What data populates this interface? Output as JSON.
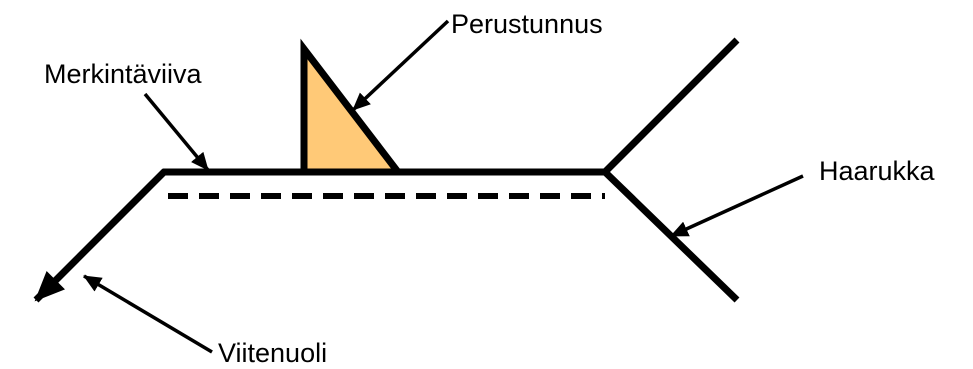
{
  "labels": {
    "reference_line": "Merkintäviiva",
    "basic_symbol": "Perustunnus",
    "tail": "Haarukka",
    "arrow": "Viitenuoli"
  },
  "colors": {
    "stroke": "#000000",
    "symbol_fill": "#FFC977",
    "background": "#FFFFFF"
  }
}
